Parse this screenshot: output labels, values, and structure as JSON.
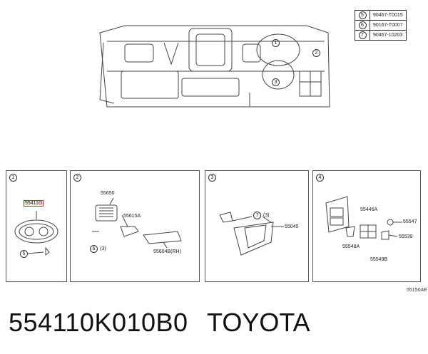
{
  "legend": [
    {
      "num": "5",
      "part": "90467-T0015"
    },
    {
      "num": "6",
      "part": "90167-T0007"
    },
    {
      "num": "7",
      "part": "90467-10203"
    }
  ],
  "overview_callouts": [
    "1",
    "2",
    "3"
  ],
  "panels": [
    {
      "num": "1",
      "labels": {
        "highlight": "55411G",
        "callout": "5"
      }
    },
    {
      "num": "2",
      "labels": {
        "p1": "55650",
        "p2": "55615A",
        "p3": "55604B(RH)",
        "callout": "6",
        "qty": "(3)"
      }
    },
    {
      "num": "3",
      "labels": {
        "callout": "7",
        "qty": "(3)",
        "p1": "55045"
      }
    },
    {
      "num": "4",
      "labels": {
        "p1": "55446A",
        "p2": "55547",
        "p3": "55539",
        "p4": "55548A",
        "p5": "55549B"
      }
    }
  ],
  "ref_code": "55150AE",
  "footer": {
    "part_number": "554110K010B0",
    "brand": "TOYOTA"
  }
}
